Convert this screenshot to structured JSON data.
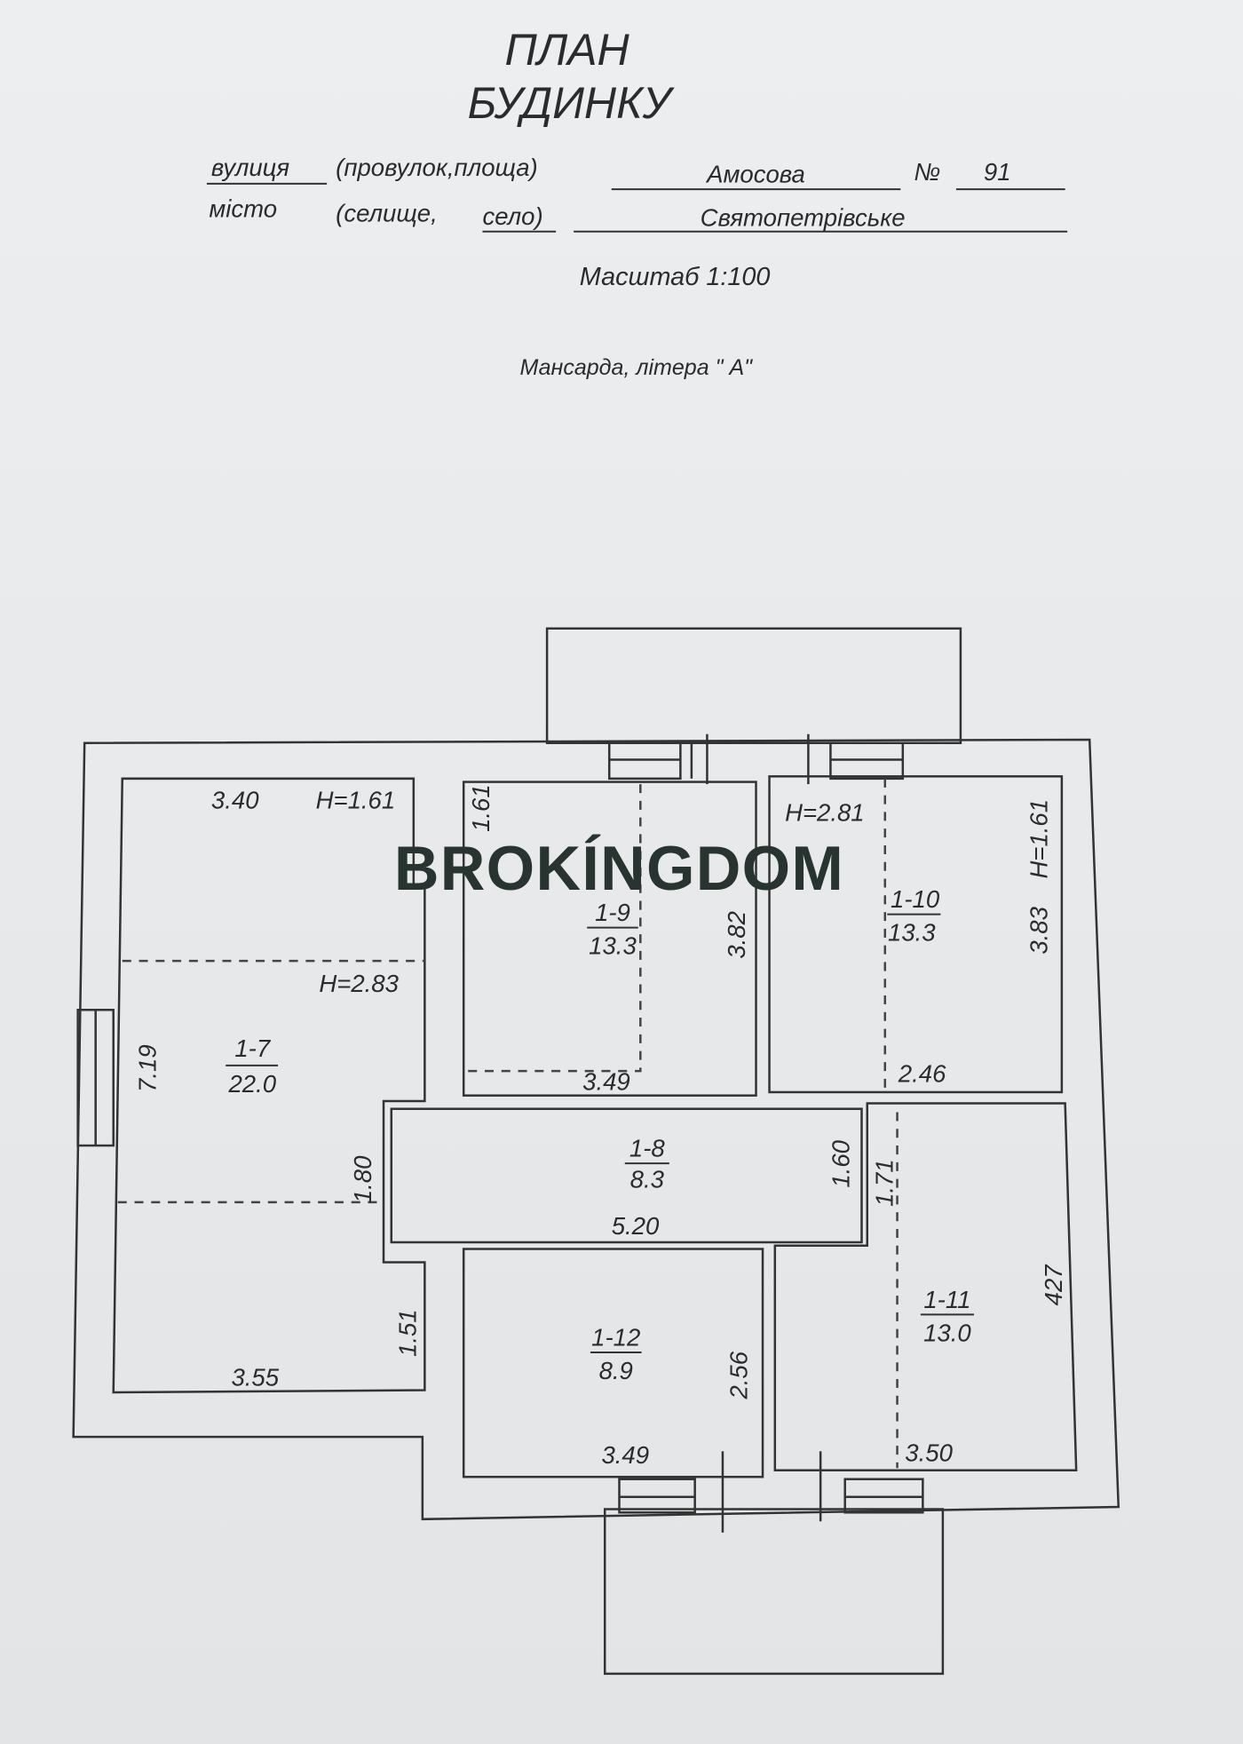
{
  "header": {
    "title_line1": "ПЛАН",
    "title_line2": "БУДИНКУ",
    "street_label_underlined": "вулиця",
    "street_label_rest": "(провулок,площа)",
    "street_value": "Амосова",
    "number_label": "№",
    "number_value": "91",
    "city_label": "місто",
    "city_label_rest": "(селище,",
    "city_label_underlined": "село)",
    "city_value": "Святопетрівське",
    "scale": "Масштаб 1:100",
    "floor": "Мансарда, літера \" А\""
  },
  "watermark": "BROKÍNGDOM",
  "rooms": [
    {
      "id": "1-7",
      "area": "22.0"
    },
    {
      "id": "1-8",
      "area": "8.3"
    },
    {
      "id": "1-9",
      "area": "13.3"
    },
    {
      "id": "1-10",
      "area": "13.3"
    },
    {
      "id": "1-11",
      "area": "13.0"
    },
    {
      "id": "1-12",
      "area": "8.9"
    }
  ],
  "dimensions": {
    "r7_top": "3.40",
    "r7_h_top": "H=1.61",
    "r7_h_mid": "H=2.83",
    "r7_side": "7.19",
    "r7_notch": "1.80",
    "r7_low": "1.51",
    "r7_bottom": "3.55",
    "r9_left": "1.61",
    "r9_side": "3.82",
    "r9_bottom": "3.49",
    "r10_h": "H=2.81",
    "r10_hr": "H=1.61",
    "r10_side": "3.83",
    "r10_bottom": "2.46",
    "r8_bottom": "5.20",
    "r8_side": "1.60",
    "r11_left": "1.71",
    "r11_side": "427",
    "r11_bottom": "3.50",
    "r12_side": "2.56",
    "r12_bottom": "3.49"
  }
}
